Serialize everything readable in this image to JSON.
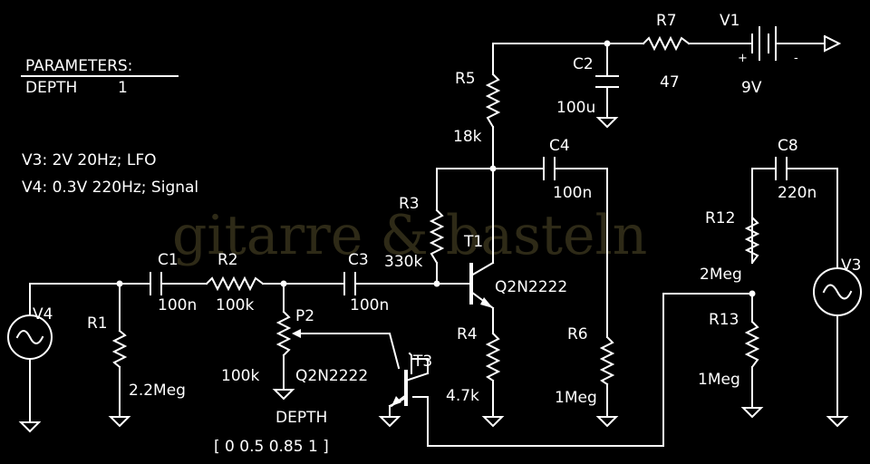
{
  "watermark": "gitarre & basteln",
  "parameters": {
    "heading": "PARAMETERS:",
    "depth_name": "DEPTH",
    "depth_value": "1"
  },
  "sources_info": {
    "v3": "V3: 2V      20Hz; LFO",
    "v4": "V4: 0.3V 220Hz; Signal"
  },
  "components": {
    "R1": {
      "name": "R1",
      "value": "2.2Meg"
    },
    "R2": {
      "name": "R2",
      "value": "100k"
    },
    "R3": {
      "name": "R3",
      "value": "330k"
    },
    "R4": {
      "name": "R4",
      "value": "4.7k"
    },
    "R5": {
      "name": "R5",
      "value": "18k"
    },
    "R6": {
      "name": "R6",
      "value": "1Meg"
    },
    "R7": {
      "name": "R7",
      "value": "47"
    },
    "R12": {
      "name": "R12",
      "value": "2Meg"
    },
    "R13": {
      "name": "R13",
      "value": "1Meg"
    },
    "C1": {
      "name": "C1",
      "value": "100n"
    },
    "C2": {
      "name": "C2",
      "value": "100u"
    },
    "C3": {
      "name": "C3",
      "value": "100n"
    },
    "C4": {
      "name": "C4",
      "value": "100n"
    },
    "C8": {
      "name": "C8",
      "value": "220n"
    },
    "P2": {
      "name": "P2",
      "value": "100k"
    },
    "T1": {
      "name": "T1",
      "value": "Q2N2222"
    },
    "T3": {
      "name": "T3",
      "value": "Q2N2222"
    },
    "V1": {
      "name": "V1",
      "value": "9V",
      "plus": "+",
      "minus": "-"
    },
    "V3": {
      "name": "V3"
    },
    "V4": {
      "name": "V4"
    }
  },
  "depth_label": "DEPTH",
  "depth_steps": "[ 0 0.5 0.85 1 ]"
}
